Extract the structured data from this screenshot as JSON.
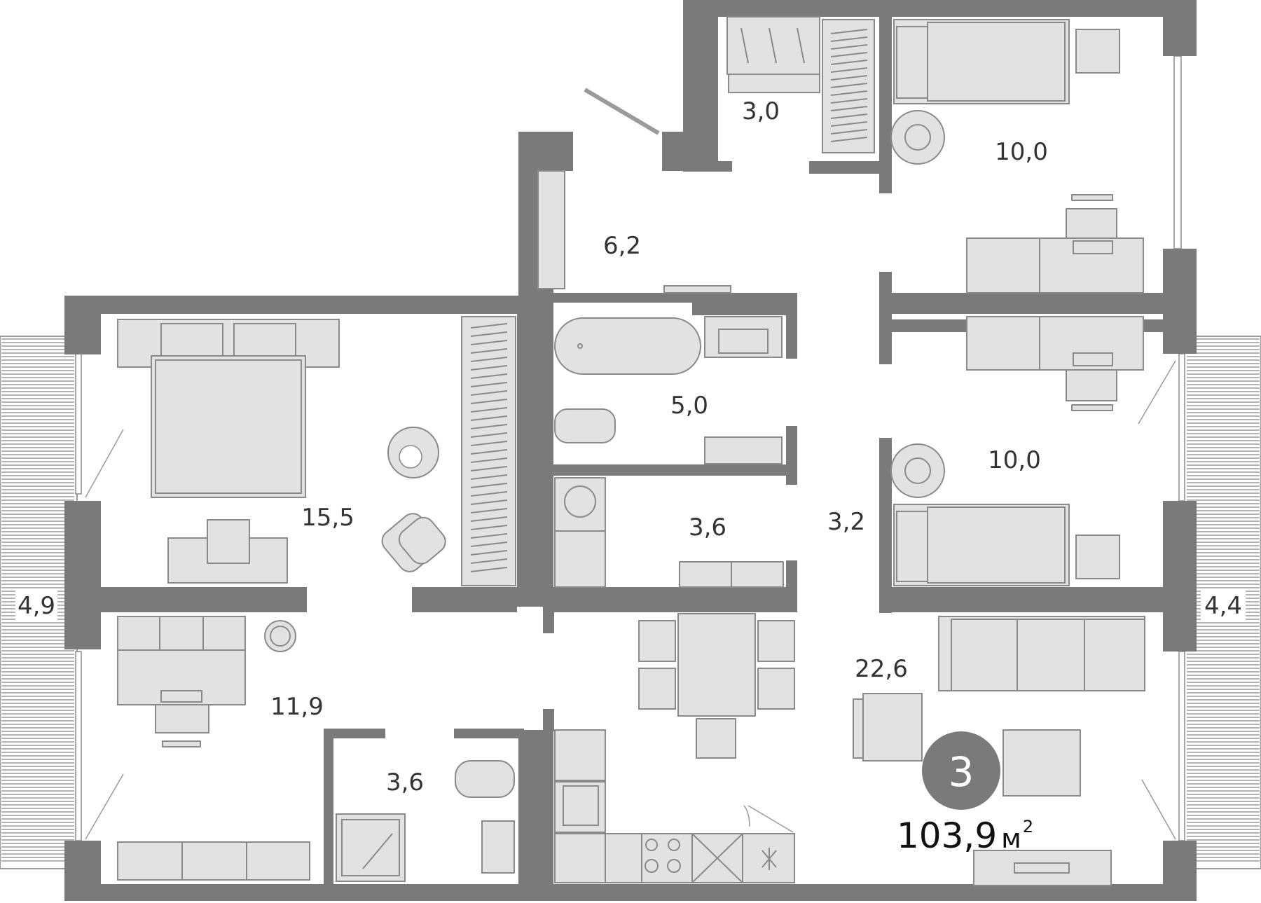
{
  "plan": {
    "rooms_count_badge": "3",
    "total_area": {
      "value": "103,9",
      "unit": "м",
      "unit_superscript": "2"
    },
    "room_areas": {
      "storage": "3,0",
      "hallway": "6,2",
      "bedroom_top_right": "10,0",
      "bathroom": "5,0",
      "bedroom_master": "15,5",
      "laundry": "3,6",
      "corridor": "3,2",
      "bedroom_right": "10,0",
      "office": "11,9",
      "shower_room": "3,6",
      "living_kitchen": "22,6",
      "balcony_left": "4,9",
      "balcony_right": "4,4"
    },
    "colors": {
      "walls": "#7a7a7a",
      "furniture_fill": "#e2e2e2",
      "furniture_stroke": "#8a8a8a",
      "badge": "#7a7a7a"
    }
  }
}
